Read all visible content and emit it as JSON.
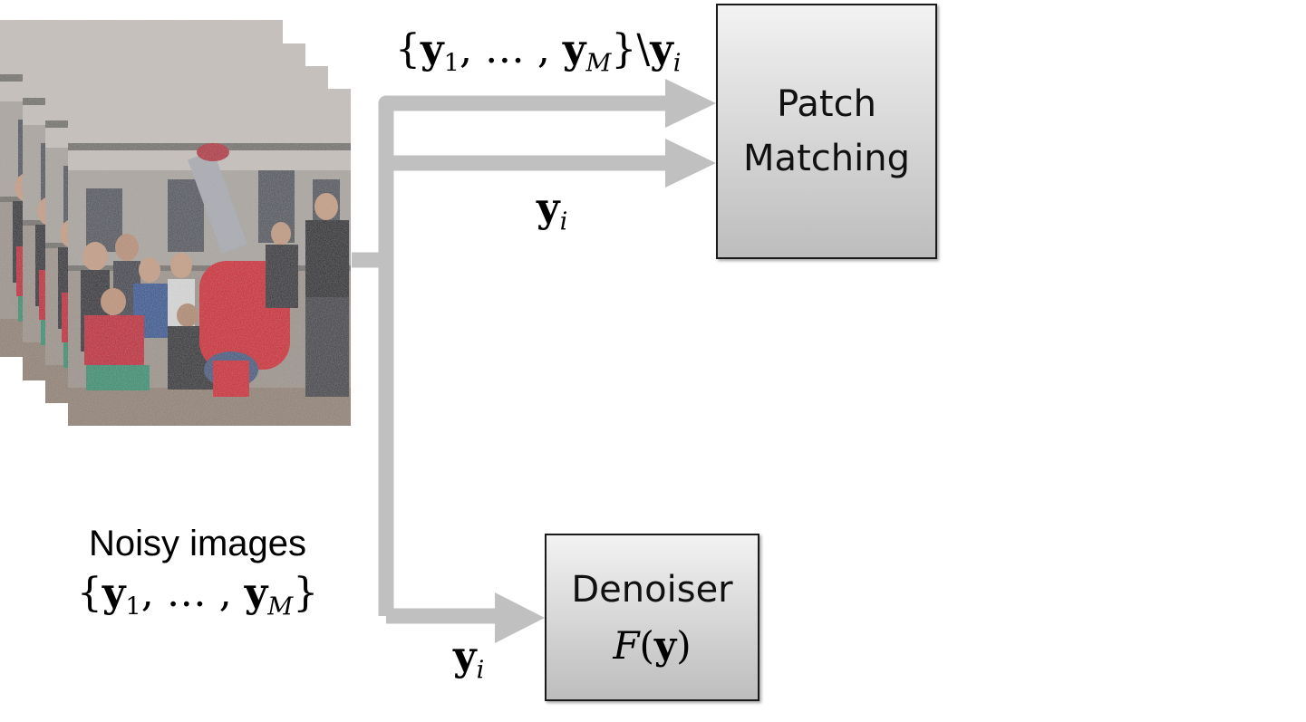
{
  "top_label": {
    "open": "{",
    "y": "y",
    "sub1": "1",
    "dots": ", … , ",
    "subM": "M",
    "close": "}\\",
    "sub_i": "i"
  },
  "mid_label": {
    "y": "y",
    "sub_i": "i"
  },
  "bottom_label": {
    "y": "y",
    "sub_i": "i"
  },
  "patch_box": {
    "line1": "Patch",
    "line2": "Matching"
  },
  "denoiser_box": {
    "line1": "Denoiser",
    "func": "F",
    "open": "(",
    "y": "y",
    "close": ")"
  },
  "caption": {
    "line1": "Noisy images",
    "open": "{",
    "y": "y",
    "sub1": "1",
    "dots": ", … , ",
    "subM": "M",
    "close": "}"
  },
  "colors": {
    "arrow": "#c0c0c0",
    "box_top": "#f2f2f2",
    "box_bottom": "#bdbdbd"
  },
  "image_stack": {
    "count": 4,
    "content": "noisy street photo of breakdancer and crowd"
  }
}
